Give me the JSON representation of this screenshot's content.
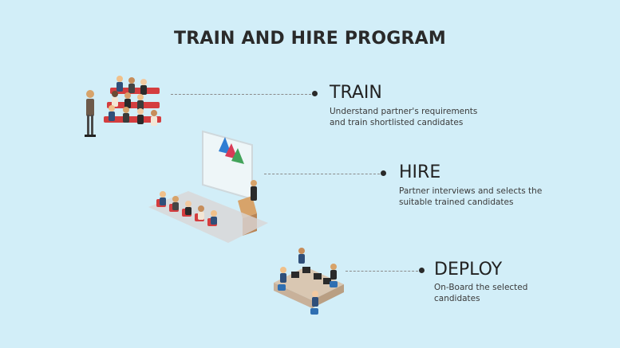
{
  "title": "TRAIN AND HIRE PROGRAM",
  "steps": [
    {
      "title": "TRAIN",
      "description": "Understand partner's requirements\nand train shortlisted candidates"
    },
    {
      "title": "HIRE",
      "description": "Partner interviews and selects the\nsuitable trained candidates"
    },
    {
      "title": "DEPLOY",
      "description": "On-Board the selected\ncandidates"
    }
  ],
  "colors": {
    "background": "#d2eef8",
    "text": "#2a2a2a",
    "seat_red": "#d43d3f",
    "floor": "#d9d6d6",
    "screen": "#eef6f8",
    "chart_blue": "#2f7ed3",
    "chart_red": "#d93b57",
    "chart_green": "#42a35a"
  },
  "illustrations": {
    "train": "classroom-training-icon",
    "hire": "presentation-room-icon",
    "deploy": "workstation-team-icon"
  }
}
